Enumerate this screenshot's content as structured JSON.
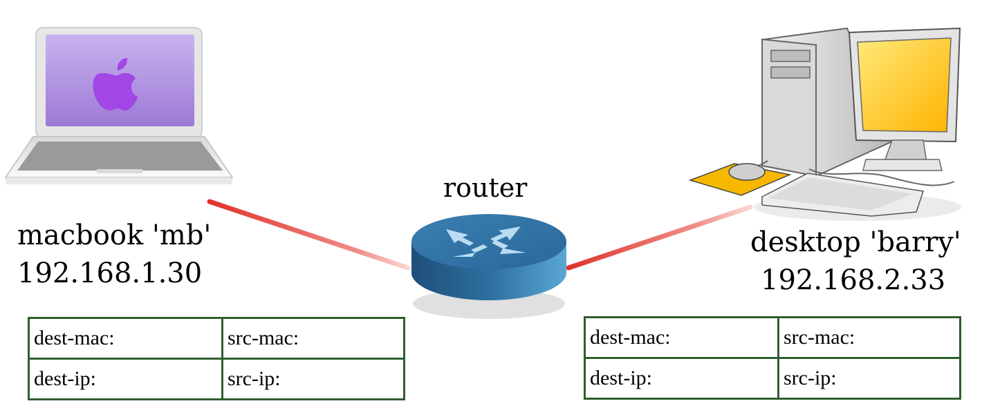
{
  "router": {
    "label": "router"
  },
  "macbook": {
    "name": "macbook 'mb'",
    "ip": "192.168.1.30"
  },
  "desktop": {
    "name": "desktop 'barry'",
    "ip": "192.168.2.33"
  },
  "left_header": {
    "dest_mac": "dest-mac:",
    "src_mac": "src-mac:",
    "dest_ip": "dest-ip:",
    "src_ip": "src-ip:"
  },
  "right_header": {
    "dest_mac": "dest-mac:",
    "src_mac": "src-mac:",
    "dest_ip": "dest-ip:",
    "src_ip": "src-ip:"
  },
  "colors": {
    "wire": "#e0332b",
    "table_border": "#2e5e2e",
    "router": "#2a6fa0",
    "screen_laptop": "#b48de0",
    "screen_desktop": "#ffcc00"
  }
}
